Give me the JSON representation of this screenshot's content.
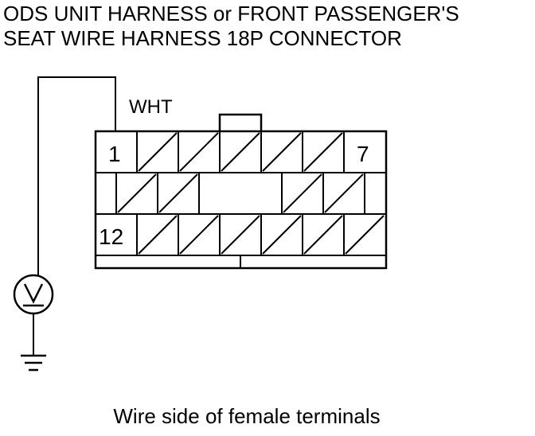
{
  "heading": {
    "line1": "ODS UNIT HARNESS or FRONT PASSENGER'S",
    "line2": "SEAT WIRE HARNESS 18P CONNECTOR"
  },
  "wire_color": "WHT",
  "connector": {
    "terminal_first": "1",
    "terminal_top_right": "7",
    "terminal_bottom_left": "12"
  },
  "caption": "Wire side of female terminals",
  "icons": {
    "meter": "voltmeter-icon",
    "ground": "ground-icon"
  }
}
